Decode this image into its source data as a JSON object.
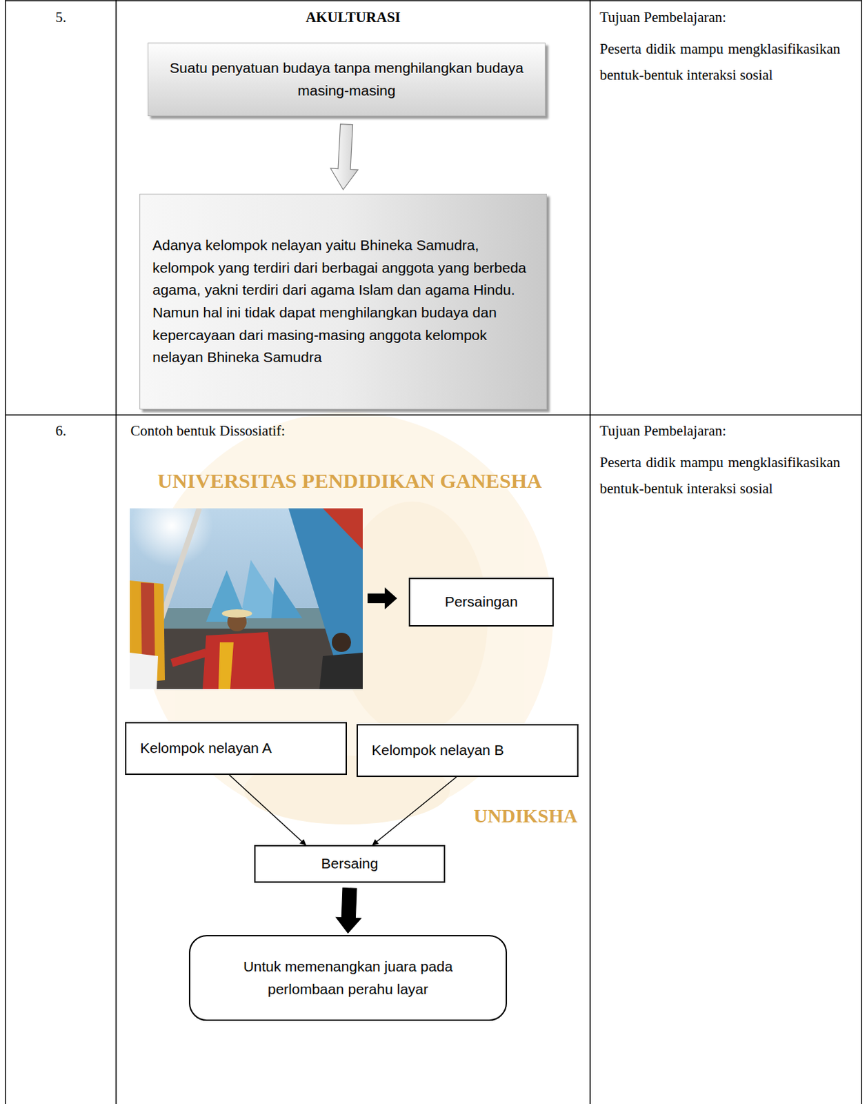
{
  "diagram": {
    "nodes": [
      {
        "text": [
          "Suatu penyatuan budaya tanpa menghilangkan budaya masing-masing"
        ]
      },
      {
        "text": [
          "Adanya kelompok nelayan yaitu Bhineka Samudra, kelompok yang terdiri dari berbagai anggota yang berbeda agama, yakni terdiri dari agama Islam dan agama Hindu. Namun hal ini tidak dapat menghilangkan budaya dan kepercayaan dari masing-masing anggota kelompok nelayan Bhineka Samudra"
        ]
      },
      {
        "text": [
          "Persaingan"
        ]
      },
      {
        "text": [
          "Kelompok nelayan A"
        ]
      },
      {
        "text": [
          "Kelompok nelayan B"
        ]
      },
      {
        "text": [
          "Bersaing"
        ]
      },
      {
        "text": [
          "Untuk memenangkan juara pada perlombaan perahu layar"
        ]
      }
    ],
    "edges": [
      {
        "from": 0,
        "to": 1,
        "arrow": "to"
      },
      {
        "from": 3,
        "to": 5,
        "arrow": "to"
      },
      {
        "from": 4,
        "to": 5,
        "arrow": "to"
      },
      {
        "from": 5,
        "to": 6,
        "arrow": "to"
      }
    ],
    "labels": [
      "5.",
      "AKULTURASI",
      "Tujuan Pembelajaran:",
      "Peserta didik mampu mengklasifikasikan bentuk-bentuk interaksi sosial",
      "6.",
      "Contoh bentuk Dissosiatif:",
      "Tujuan Pembelajaran:",
      "Peserta didik mampu mengklasifikasikan bentuk-bentuk interaksi sosial",
      "UNIVERSITAS PENDIDIKAN GANESHA",
      "UNDIKSHA"
    ]
  }
}
